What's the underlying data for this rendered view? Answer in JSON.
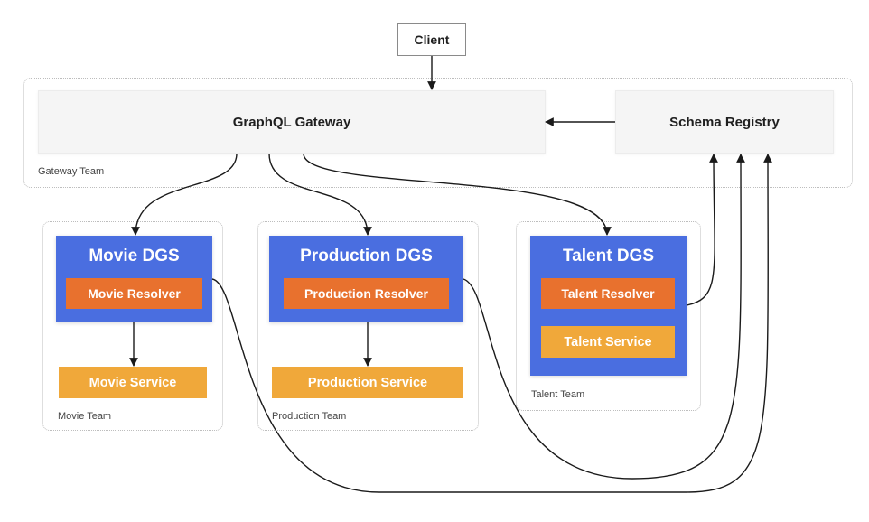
{
  "client": {
    "label": "Client"
  },
  "gateway_team": {
    "label": "Gateway Team",
    "gateway": "GraphQL Gateway",
    "registry": "Schema Registry"
  },
  "movie_team": {
    "label": "Movie Team",
    "dgs": "Movie DGS",
    "resolver": "Movie Resolver",
    "service": "Movie Service"
  },
  "production_team": {
    "label": "Production Team",
    "dgs": "Production DGS",
    "resolver": "Production Resolver",
    "service": "Production Service"
  },
  "talent_team": {
    "label": "Talent Team",
    "dgs": "Talent DGS",
    "resolver": "Talent Resolver",
    "service": "Talent  Service"
  },
  "colors": {
    "dgs": "#4a6ee0",
    "resolver": "#e8712e",
    "service": "#f0a83a",
    "gateway_box": "#f5f5f5"
  }
}
